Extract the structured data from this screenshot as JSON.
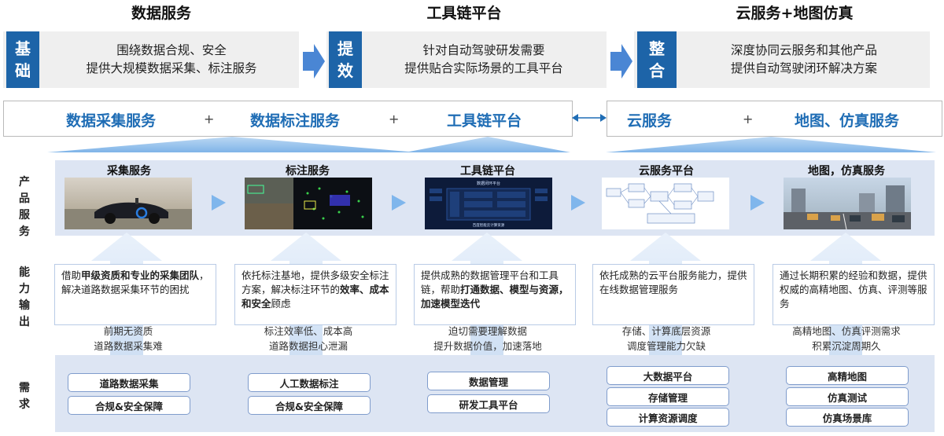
{
  "columns": {
    "data_service": "数据服务",
    "toolchain": "工具链平台",
    "cloud_sim": "云服务+地图仿真"
  },
  "pillars": [
    {
      "tag_line1": "基",
      "tag_line2": "础",
      "line1": "围绕数据合规、安全",
      "line2": "提供大规模数据采集、标注服务"
    },
    {
      "tag_line1": "提",
      "tag_line2": "效",
      "line1": "针对自动驾驶研发需要",
      "line2": "提供贴合实际场景的工具平台"
    },
    {
      "tag_line1": "整",
      "tag_line2": "合",
      "line1": "深度协同云服务和其他产品",
      "line2": "提供自动驾驶闭环解决方案"
    }
  ],
  "service_bar": {
    "collect": "数据采集服务",
    "annotate": "数据标注服务",
    "toolchain": "工具链平台",
    "cloud": "云服务",
    "map_sim": "地图、仿真服务",
    "plus": "+"
  },
  "row_labels": {
    "product": [
      "产",
      "品",
      "服",
      "务"
    ],
    "capability": [
      "能",
      "力",
      "输",
      "出"
    ],
    "demand": [
      "需",
      "求"
    ]
  },
  "products": [
    {
      "title": "采集服务"
    },
    {
      "title": "标注服务"
    },
    {
      "title": "工具链平台"
    },
    {
      "title": "云服务平台"
    },
    {
      "title": "地图，仿真服务"
    }
  ],
  "capabilities": [
    {
      "pre": "借助",
      "bold": "甲级资质和专业的采集团队",
      "post": "，解决道路数据采集环节的困扰"
    },
    {
      "pre": "依托标注基地，提供多级安全标注方案，解决标注环节的",
      "bold": "效率、成本和安全",
      "post": "顾虑"
    },
    {
      "pre": "提供成熟的数据管理平台和工具链，帮助",
      "bold": "打通数据、模型与资源，加速模型迭代",
      "post": ""
    },
    {
      "pre": "依托成熟的云平台服务能力，提供在线数据管理服务",
      "bold": "",
      "post": ""
    },
    {
      "pre": "通过长期积累的经验和数据，提供权威的高精地图、仿真、评测等服务",
      "bold": "",
      "post": ""
    }
  ],
  "pains": [
    {
      "line1": "前期无资质",
      "line2": "道路数据采集难"
    },
    {
      "line1": "标注效率低、成本高",
      "line2": "道路数据担心泄漏"
    },
    {
      "line1": "迫切需要理解数据",
      "line2": "提升数据价值，加速落地"
    },
    {
      "line1": "存储、计算底层资源",
      "line2": "调度管理能力欠缺"
    },
    {
      "line1": "高精地图、仿真评测需求",
      "line2": "积累沉淀周期久"
    }
  ],
  "demands": [
    [
      "道路数据采集",
      "合规&安全保障"
    ],
    [
      "人工数据标注",
      "合规&安全保障"
    ],
    [
      "数据管理",
      "研发工具平台"
    ],
    [
      "大数据平台",
      "存储管理",
      "计算资源调度"
    ],
    [
      "高精地图",
      "仿真测试",
      "仿真场景库"
    ]
  ],
  "thumb_texts": {
    "tool_header": "数据闭环平台",
    "tool_footer": "百度智能云计算资源"
  },
  "colors": {
    "accent_blue": "#1d64a8",
    "label_blue": "#1f6db5",
    "panel_bg": "#dde5f3",
    "arrow_blue": "#4a86d4"
  }
}
